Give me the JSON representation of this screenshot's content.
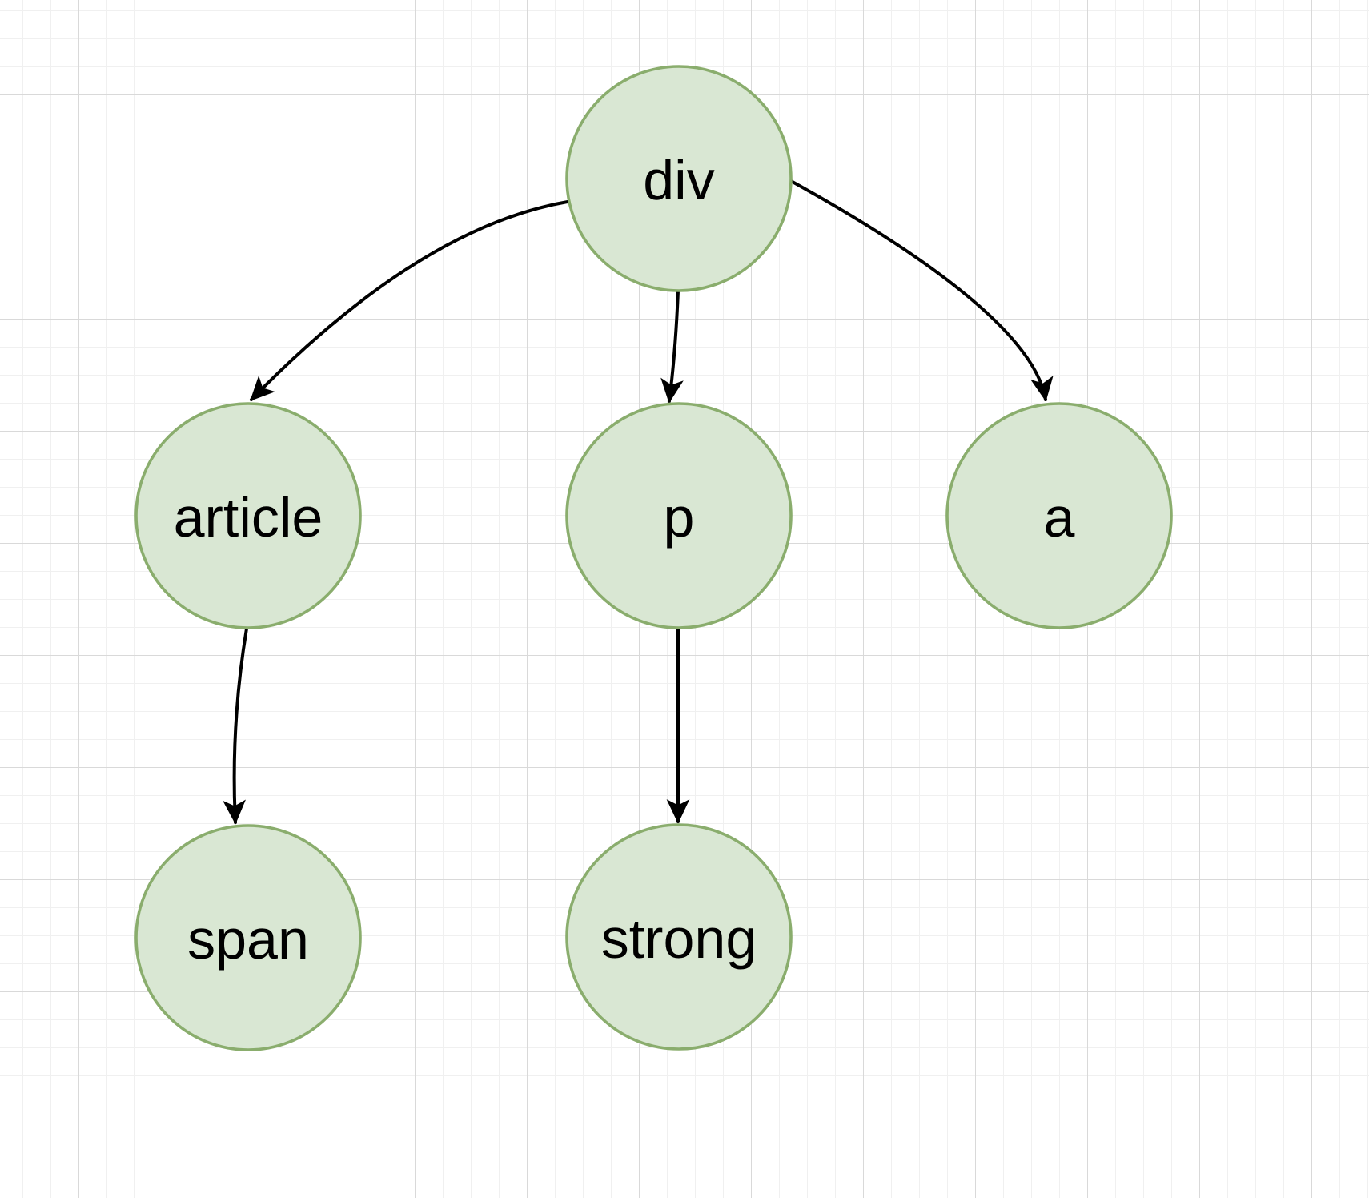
{
  "diagram": {
    "kind": "dom-tree",
    "colors": {
      "node-fill": "#d9e7d3",
      "node-stroke": "#8aad6d",
      "edge-color": "#000000",
      "label-color": "#000000",
      "grid-minor": "#f0f0f0",
      "grid-major": "#d9d9d9",
      "canvas-bg": "#ffffff"
    },
    "nodes": [
      {
        "id": "div",
        "label": "div"
      },
      {
        "id": "article",
        "label": "article"
      },
      {
        "id": "p",
        "label": "p"
      },
      {
        "id": "a",
        "label": "a"
      },
      {
        "id": "span",
        "label": "span"
      },
      {
        "id": "strong",
        "label": "strong"
      }
    ],
    "edges": [
      {
        "from": "div",
        "to": "article"
      },
      {
        "from": "div",
        "to": "p"
      },
      {
        "from": "div",
        "to": "a"
      },
      {
        "from": "article",
        "to": "span"
      },
      {
        "from": "p",
        "to": "strong"
      }
    ]
  }
}
